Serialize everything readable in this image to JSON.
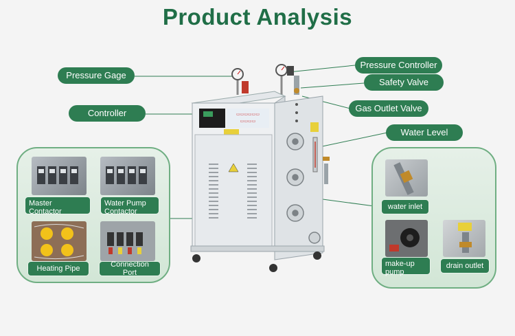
{
  "title": "Product Analysis",
  "callouts": {
    "pressure_gage": "Pressure Gage",
    "controller": "Controller",
    "pressure_controller": "Pressure Controller",
    "safety_valve": "Safety Valve",
    "gas_outlet_valve": "Gas Outlet Valve",
    "water_level": "Water Level"
  },
  "left_panel": {
    "master_contactor": "Master\nContactor",
    "water_pump_contactor": "Water Pump\nContactor",
    "heating_pipe": "Heating Pipe",
    "connection_port": "Connection Port"
  },
  "right_panel": {
    "water_inlet": "water inlet",
    "make_up_pump": "make-up\npump",
    "drain_outlet": "drain outlet"
  },
  "colors": {
    "title_green": "#206e47",
    "pill_green": "#2e7d52",
    "panel_border": "#6fae82"
  }
}
